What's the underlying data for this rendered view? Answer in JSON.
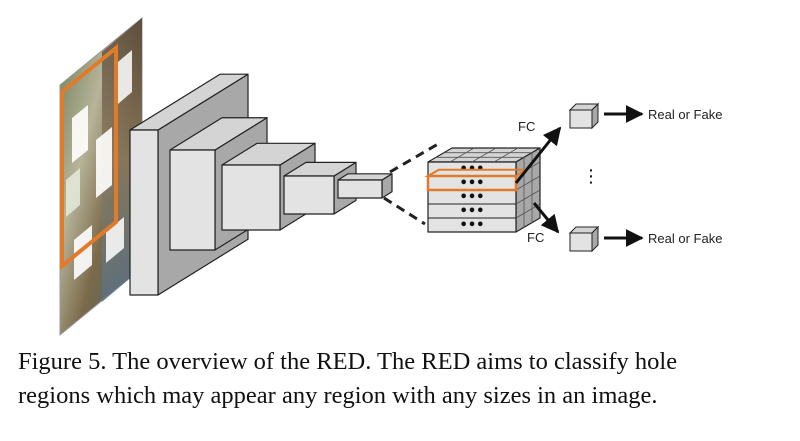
{
  "diagram": {
    "fc_label_top": "FC",
    "fc_label_bottom": "FC",
    "output_top": "Real or Fake",
    "output_bottom": "Real or Fake",
    "vertical_ellipsis": "⋮",
    "cell_dots": "•••"
  },
  "caption": {
    "line1": "Figure 5. The overview of the RED. The RED aims to classify hole",
    "line2": "regions which may appear any region with any sizes in an image."
  },
  "colors": {
    "highlight": "#e07b2c",
    "block_front": "#e3e3e3",
    "block_top": "#d4d4d4",
    "block_side": "#a8a8a8"
  }
}
